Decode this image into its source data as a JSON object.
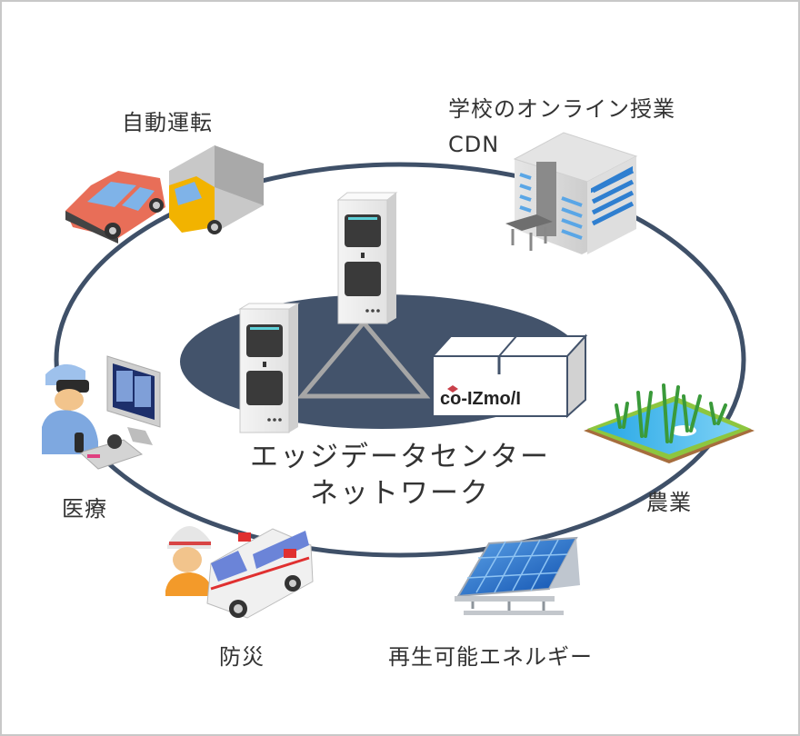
{
  "diagram": {
    "center_title_line1": "エッジデータセンター",
    "center_title_line2": "ネットワーク",
    "hub_product_label": "co-IZmo/I",
    "colors": {
      "ring": "#3f5068",
      "hub": "#43536b",
      "link": "#a6a6a6",
      "text": "#333333",
      "frame": "#c8c8c8"
    },
    "nodes": [
      {
        "id": "autonomous-driving",
        "label": "自動運転",
        "icon": "car-and-truck-icon"
      },
      {
        "id": "online-classes",
        "label": "学校のオンライン授業",
        "sublabel": "CDN",
        "icon": "school-building-icon"
      },
      {
        "id": "medical",
        "label": "医療",
        "icon": "remote-surgery-icon"
      },
      {
        "id": "agriculture",
        "label": "農業",
        "icon": "rice-paddy-icon"
      },
      {
        "id": "disaster-prevention",
        "label": "防災",
        "icon": "ambulance-rescuer-icon"
      },
      {
        "id": "renewable-energy",
        "label": "再生可能エネルギー",
        "icon": "solar-panel-icon"
      }
    ]
  }
}
